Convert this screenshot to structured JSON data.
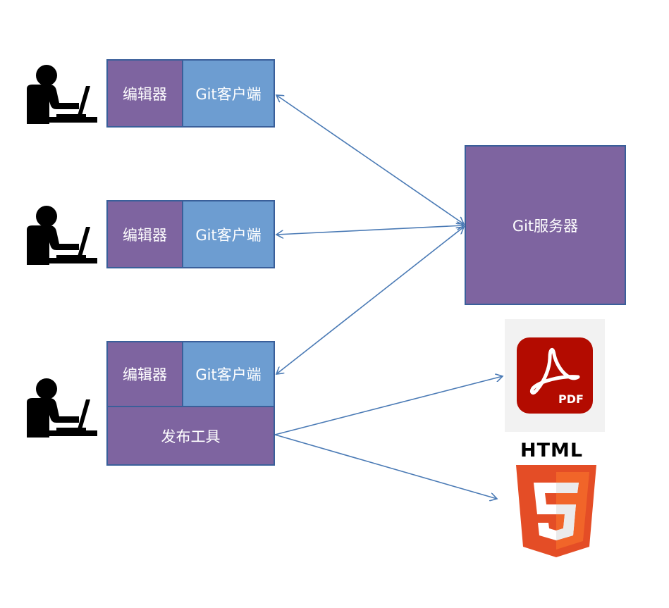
{
  "clients": [
    {
      "editor_label": "编辑器",
      "git_client_label": "Git客户端"
    },
    {
      "editor_label": "编辑器",
      "git_client_label": "Git客户端"
    },
    {
      "editor_label": "编辑器",
      "git_client_label": "Git客户端",
      "publish_label": "发布工具"
    }
  ],
  "server": {
    "label": "Git服务器"
  },
  "outputs": {
    "pdf_text": "PDF",
    "html_text": "HTML",
    "html5_number": "5"
  },
  "icons": [
    "person-at-laptop-icon",
    "pdf-icon",
    "html5-icon"
  ],
  "colors": {
    "purple": "#7e64a0",
    "blue": "#6d9dd1",
    "arrow": "#4a7ab5",
    "pdf_red": "#b30b00",
    "html5_orange": "#e44d26"
  }
}
